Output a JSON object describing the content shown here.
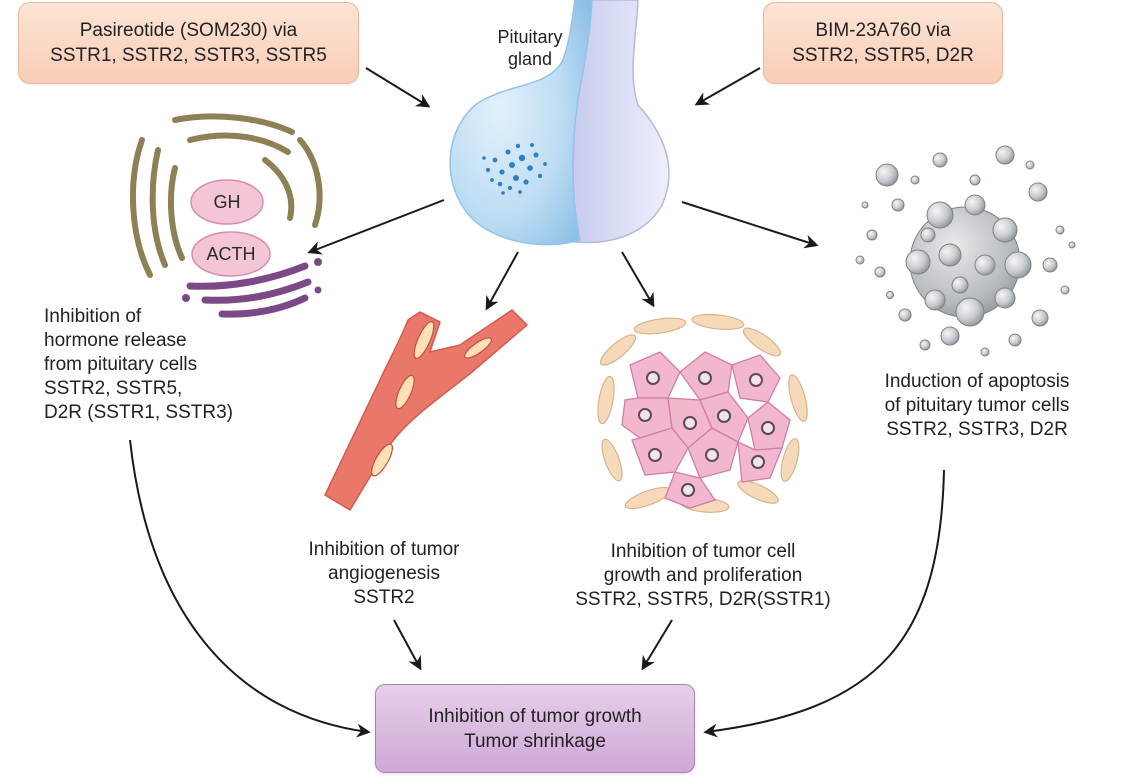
{
  "drugs": {
    "pasireotide": [
      "Pasireotide (SOM230) via",
      "SSTR1, SSTR2, SSTR3, SSTR5"
    ],
    "bim": [
      "BIM-23A760 via",
      "SSTR2, SSTR5, D2R"
    ]
  },
  "pituitary_label": [
    "Pituitary",
    "gland"
  ],
  "hormones": [
    "GH",
    "ACTH"
  ],
  "effects": {
    "hormone_release": [
      "Inhibition of",
      "hormone release",
      "from pituitary cells",
      "SSTR2, SSTR5,",
      "D2R (SSTR1, SSTR3)"
    ],
    "angiogenesis": [
      "Inhibition of tumor",
      "angiogenesis",
      "SSTR2"
    ],
    "proliferation": [
      "Inhibition of tumor cell",
      "growth and proliferation",
      "SSTR2, SSTR5, D2R(SSTR1)"
    ],
    "apoptosis": [
      "Induction of apoptosis",
      "of pituitary tumor cells",
      "SSTR2, SSTR3, D2R"
    ]
  },
  "outcome": [
    "Inhibition of tumor growth",
    "Tumor shrinkage"
  ],
  "colors": {
    "drug_box": "#f9cdb6",
    "outcome_box": "#cfa8d6",
    "gland_anterior": "#bcdcf3",
    "gland_posterior": "#d9dcf3",
    "vessel": "#e9776a",
    "tumor_cell": "#f2b6cf",
    "stromal_cell": "#f6d9b9",
    "apoptotic_body": "#c9cccf",
    "golgi": "#7b4a86",
    "er": "#8d8055",
    "arrow": "#1a1a1a"
  }
}
